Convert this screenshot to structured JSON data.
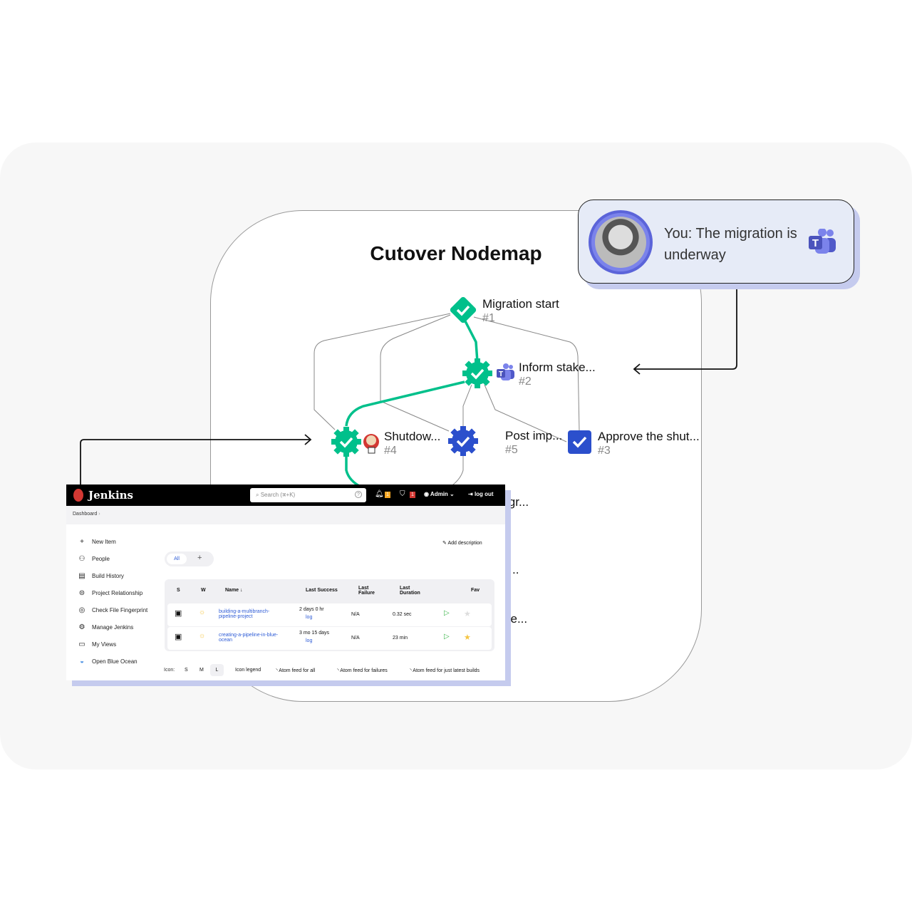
{
  "nodemap": {
    "title": "Cutover Nodemap",
    "nodes": [
      {
        "label": "Migration start",
        "num": "#1",
        "status": "done"
      },
      {
        "label": "Inform stake...",
        "num": "#2",
        "status": "done"
      },
      {
        "label": "Approve the shut...",
        "num": "#3",
        "status": "done"
      },
      {
        "label": "Shutdow...",
        "num": "#4",
        "status": "done"
      },
      {
        "label": "Post imp...",
        "num": "#5",
        "status": "pending"
      }
    ],
    "hidden_labels": [
      "igr...",
      "..",
      "ke..."
    ],
    "colors": {
      "done": "#00c08b",
      "pending": "#2b4fcc"
    }
  },
  "teams_card": {
    "message": "You: The migration is underway"
  },
  "jenkins": {
    "brand": "Jenkins",
    "search_placeholder": "Search (⌘+K)",
    "notifications_count": "1",
    "security_count": "1",
    "user": "Admin",
    "logout": "log out",
    "breadcrumb": "Dashboard",
    "sidebar": [
      "New Item",
      "People",
      "Build History",
      "Project Relationship",
      "Check File Fingerprint",
      "Manage Jenkins",
      "My Views",
      "Open Blue Ocean"
    ],
    "add_description": "Add description",
    "view_tab": "All",
    "columns": [
      "S",
      "W",
      "Name ↓",
      "Last Success",
      "Last Failure",
      "Last Duration",
      "Fav"
    ],
    "rows": [
      {
        "name": "building-a-multibranch-pipeline-project",
        "last_success": "2 days 0 hr",
        "log": "log",
        "last_failure": "N/A",
        "duration": "0.32 sec",
        "fav": false
      },
      {
        "name": "creating-a-pipeline-in-blue-ocean",
        "last_success": "3 mo 15 days",
        "log": "log",
        "last_failure": "N/A",
        "duration": "23 min",
        "fav": true
      }
    ],
    "footer": {
      "icon_label": "Icon:",
      "sizes": [
        "S",
        "M",
        "L"
      ],
      "legend": "Icon legend",
      "feeds": [
        "Atom feed for all",
        "Atom feed for failures",
        "Atom feed for just latest builds"
      ]
    }
  }
}
